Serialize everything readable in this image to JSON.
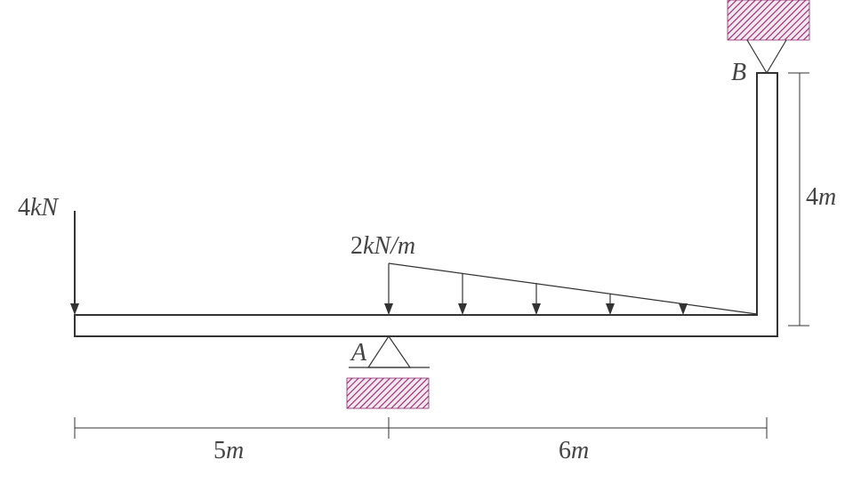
{
  "diagram": {
    "force_point": {
      "num": "4",
      "unit": "kN"
    },
    "distributed_load": {
      "num": "2",
      "unit": "kN/m"
    },
    "support_a": "A",
    "support_b": "B",
    "dim_left": {
      "num": "5",
      "unit": "m"
    },
    "dim_right": {
      "num": "6",
      "unit": "m"
    },
    "dim_vertical": {
      "num": "4",
      "unit": "m"
    }
  },
  "colors": {
    "line": "#333333",
    "label": "#444444",
    "hatch": "#8b2a6b"
  }
}
